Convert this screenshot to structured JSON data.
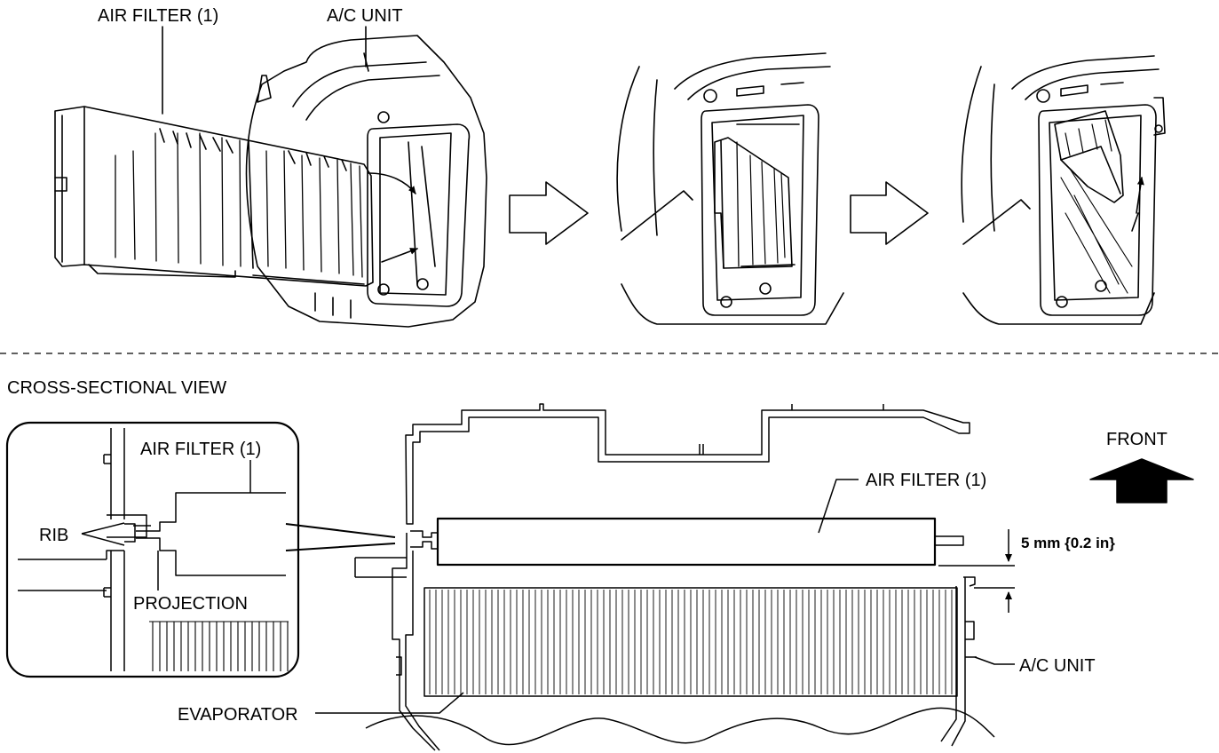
{
  "top_labels": {
    "air_filter": "AIR FILTER (1)",
    "ac_unit": "A/C UNIT"
  },
  "cross_section": {
    "title": "CROSS-SECTIONAL VIEW",
    "front_label": "FRONT",
    "air_filter": "AIR FILTER (1)",
    "clearance": "5 mm {0.2 in}",
    "ac_unit": "A/C UNIT",
    "evaporator": "EVAPORATOR"
  },
  "detail": {
    "air_filter": "AIR FILTER (1)",
    "rib": "RIB",
    "projection": "PROJECTION"
  },
  "colors": {
    "line": "#000000",
    "background": "#ffffff"
  }
}
